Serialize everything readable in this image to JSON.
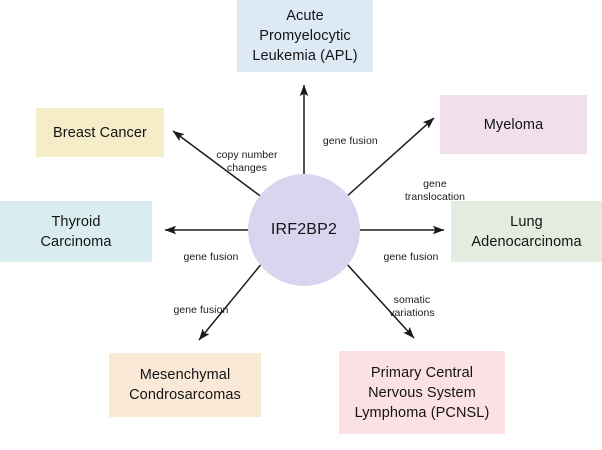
{
  "diagram": {
    "title": "IRF2BP2 cancer association diagram",
    "center": {
      "label": "IRF2BP2",
      "color": "#d8d5ef",
      "shape": "circle"
    },
    "nodes": [
      {
        "id": "apl",
        "label": "Acute\nPromyelocytic\nLeukemia (APL)",
        "line1": "Acute",
        "line2": "Promyelocytic",
        "line3": "Leukemia (APL)",
        "color": "#ddeaf6"
      },
      {
        "id": "myeloma",
        "label": "Myeloma",
        "line1": "Myeloma",
        "color": "#f2dfec"
      },
      {
        "id": "lung",
        "label": "Lung\nAdenocarcinoma",
        "line1": "Lung",
        "line2": "Adenocarcinoma",
        "color": "#e4ebdf"
      },
      {
        "id": "pcnsl",
        "label": "Primary Central\nNervous System\nLymphoma (PCNSL)",
        "line1": "Primary Central",
        "line2": "Nervous System",
        "line3": "Lymphoma (PCNSL)",
        "color": "#fbe1e3"
      },
      {
        "id": "mesenchymal",
        "label": "Mesenchymal\nCondrosarcomas",
        "line1": "Mesenchymal",
        "line2": "Condrosarcomas",
        "color": "#fbe9d7"
      },
      {
        "id": "thyroid",
        "label": "Thyroid\nCarcinoma",
        "line1": "Thyroid",
        "line2": "Carcinoma",
        "color": "#d9ecef"
      },
      {
        "id": "breast",
        "label": "Breast Cancer",
        "line1": "Breast Cancer",
        "color": "#f5ecc8"
      }
    ],
    "edges": [
      {
        "id": "apl",
        "from": "IRF2BP2",
        "to": "Acute Promyelocytic Leukemia (APL)",
        "label": "gene fusion",
        "line1": "gene fusion"
      },
      {
        "id": "myeloma",
        "from": "IRF2BP2",
        "to": "Myeloma",
        "label": "gene translocation",
        "line1": "gene",
        "line2": "translocation"
      },
      {
        "id": "lung",
        "from": "IRF2BP2",
        "to": "Lung Adenocarcinoma",
        "label": "gene fusion",
        "line1": "gene fusion"
      },
      {
        "id": "pcnsl",
        "from": "IRF2BP2",
        "to": "Primary Central Nervous System Lymphoma (PCNSL)",
        "label": "somatic variations",
        "line1": "somatic",
        "line2": "variations"
      },
      {
        "id": "mesenchymal",
        "from": "IRF2BP2",
        "to": "Mesenchymal Condrosarcomas",
        "label": "gene fusion",
        "line1": "gene fusion"
      },
      {
        "id": "thyroid",
        "from": "IRF2BP2",
        "to": "Thyroid Carcinoma",
        "label": "gene fusion",
        "line1": "gene fusion"
      },
      {
        "id": "breast",
        "from": "IRF2BP2",
        "to": "Breast Cancer",
        "label": "copy number changes",
        "line1": "copy number",
        "line2": "changes"
      }
    ],
    "arrow_color": "#1a1a1a",
    "background": "#ffffff"
  }
}
